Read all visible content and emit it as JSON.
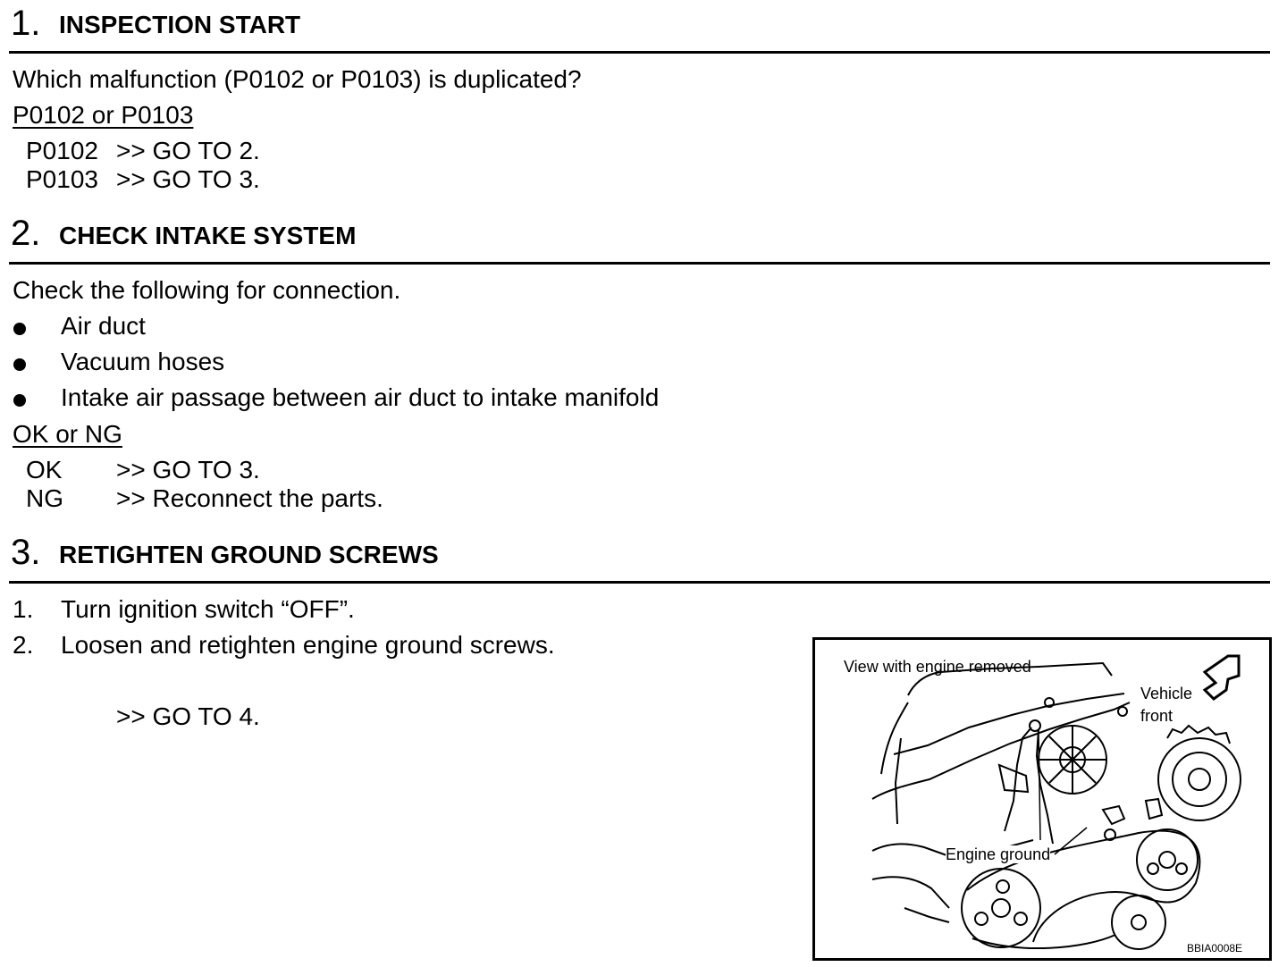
{
  "steps": [
    {
      "number": "1.",
      "title": "INSPECTION START",
      "question": "Which malfunction (P0102 or P0103) is duplicated?",
      "result_label": "P0102 or P0103",
      "results": [
        {
          "key": "P0102",
          "action": ">> GO TO 2."
        },
        {
          "key": "P0103",
          "action": ">> GO TO 3."
        }
      ]
    },
    {
      "number": "2.",
      "title": "CHECK INTAKE SYSTEM",
      "intro": "Check the following for connection.",
      "bullets": [
        "Air duct",
        "Vacuum hoses",
        "Intake air passage between air duct to intake manifold"
      ],
      "result_label": "OK or NG",
      "results": [
        {
          "key": "OK",
          "action": ">> GO TO 3."
        },
        {
          "key": "NG",
          "action": ">> Reconnect the parts."
        }
      ]
    },
    {
      "number": "3.",
      "title": "RETIGHTEN GROUND SCREWS",
      "items": [
        {
          "num": "1.",
          "text": "Turn ignition switch “OFF”."
        },
        {
          "num": "2.",
          "text": "Loosen and retighten engine ground screws."
        }
      ],
      "goto": ">> GO TO 4."
    }
  ],
  "figure": {
    "caption_view": "View with engine removed",
    "label_vehicle": "Vehicle",
    "label_front": "front",
    "label_ground": "Engine ground",
    "code": "BBIA0008E"
  }
}
